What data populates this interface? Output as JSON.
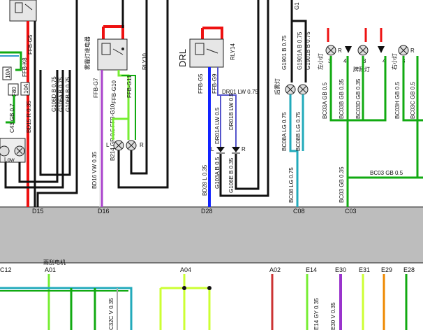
{
  "relays": {
    "left_top": "FFB-G5",
    "left_mid": "FFB-K8",
    "left_fuse": "10A",
    "left_f": "F80",
    "mid_name": "RLY10",
    "mid_cn": "雾霾灯继电器",
    "drl_tag": "DRL",
    "drl_name": "RLY14"
  },
  "wires": {
    "bd15": "BD15 R 0.35",
    "c43": "C43 GB 0.7",
    "g106d": "G106D B 0.75",
    "g106a": "G106A B 0.75",
    "g106b": "G106B B 0.75",
    "ffb_g7": "FFB-G7",
    "ffb_g10": "FFB-G10",
    "ffb_g11": "FFB-G11",
    "b214": "B214 GR 0.5 FFB-G10",
    "bd16": "BD16 VW 0.35",
    "ffb_g5": "FFB-G5",
    "ffb_g9": "FFB-G9",
    "bd28": "BD28 L 0.35",
    "dr01": "DR01 LW 0.75",
    "dr01a": "DR01A LW 0.5",
    "dr01b": "DR01B LW 0.5",
    "g103a": "G103A B 0.5",
    "g106e": "G106E B 0.35",
    "g1901": "G1901 B 0.75",
    "g1901a": "G1901A B 0.75",
    "g1901b": "G1901B B 0.75",
    "bc08a": "BC08A LG 0.75",
    "bc08b": "BC08B LG 0.75",
    "bc08": "BC08 LG 0.75",
    "bc03a": "BC03A GB 0.5",
    "bc03b": "BC03B GB 0.35",
    "bc03d": "BC03D GB 0.35",
    "bc03h": "BC03H GB 0.5",
    "bc03c": "BC03C GB 0.5",
    "bc03": "BC03 GB 0.5",
    "bc03_vert": "BC03 GB 0.35",
    "c32": "C32C V 0.35",
    "e14": "E14 GY 0.35",
    "e30": "E30 V 0.35"
  },
  "lamps": {
    "fog_l": "L",
    "fog_r": "R",
    "drl_l": "L",
    "drl_r": "R",
    "rear_cn": "后雾灯",
    "left_small_cn": "左小灯",
    "plate_cn": "牌照灯",
    "right_small_cn": "右小灯",
    "low": "Low",
    "pin1": "1",
    "pin2": "2",
    "pin3": "3",
    "pin4": "4",
    "pinR": "R",
    "pin5": "5"
  },
  "connectors": [
    "D15",
    "D16",
    "D28",
    "C08",
    "C03"
  ],
  "bottom_connectors": [
    "C12",
    "A01",
    "A04",
    "A02",
    "E14",
    "E30",
    "E31",
    "E29",
    "E28"
  ],
  "bottom_cn": "雨刮电机",
  "bus_label": "G1"
}
